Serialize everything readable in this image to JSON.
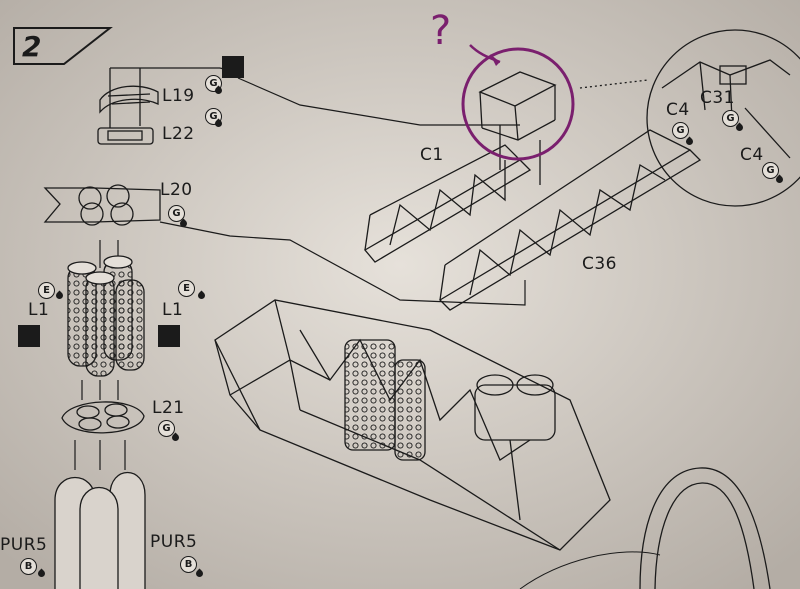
{
  "step_number": "2",
  "annotation": "?",
  "parts": {
    "l19": "L19",
    "l22": "L22",
    "l20": "L20",
    "l1_left": "L1",
    "l1_right": "L1",
    "l21": "L21",
    "pur5_left": "PUR5",
    "pur5_right": "PUR5",
    "c1": "C1",
    "c36": "C36",
    "c31": "C31",
    "c4_top": "C4",
    "c4_right": "C4"
  },
  "paint_codes": {
    "g": "G",
    "e": "E",
    "b": "B"
  },
  "colors": {
    "paper": "#cfc9c2",
    "ink": "#1b1b1b",
    "marker": "#7a1f6e"
  }
}
